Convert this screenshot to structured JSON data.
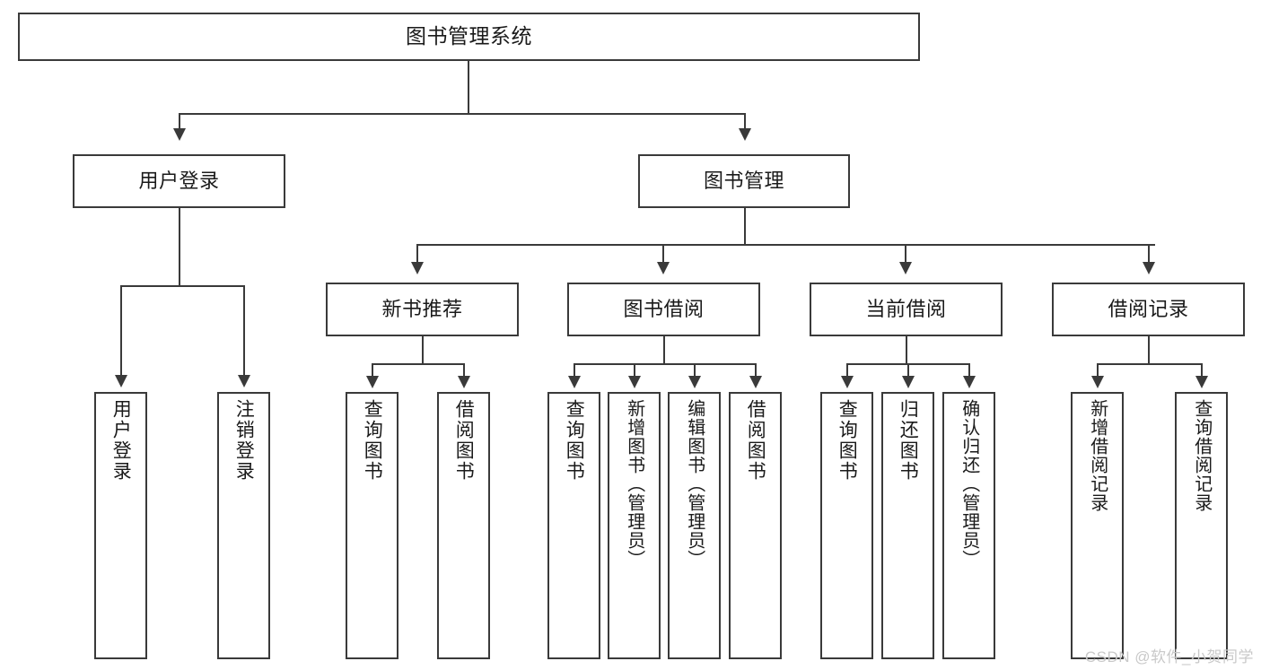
{
  "diagram": {
    "title": "图书管理系统",
    "type": "tree",
    "watermark": "CSDN @软件_小贺同学",
    "colors": {
      "stroke": "#3a3a3a",
      "box_fill": "#ffffff",
      "text": "#1a1a1a",
      "watermark": "#c9c9c9",
      "background": "#ffffff"
    },
    "levels": {
      "root": {
        "label": "图书管理系统"
      },
      "level2": [
        {
          "label": "用户登录"
        },
        {
          "label": "图书管理"
        }
      ],
      "level3": [
        {
          "label": "新书推荐"
        },
        {
          "label": "图书借阅"
        },
        {
          "label": "当前借阅"
        },
        {
          "label": "借阅记录"
        }
      ],
      "leaves": {
        "user_login": [
          {
            "label": "用户登录"
          },
          {
            "label": "注销登录"
          }
        ],
        "new_book_recommend": [
          {
            "label": "查询图书"
          },
          {
            "label": "借阅图书"
          }
        ],
        "book_borrow": [
          {
            "label": "查询图书"
          },
          {
            "label": "新增图书（管理员）"
          },
          {
            "label": "编辑图书（管理员）"
          },
          {
            "label": "借阅图书"
          }
        ],
        "current_borrow": [
          {
            "label": "查询图书"
          },
          {
            "label": "归还图书"
          },
          {
            "label": "确认归还（管理员）"
          }
        ],
        "borrow_record": [
          {
            "label": "新增借阅记录"
          },
          {
            "label": "查询借阅记录"
          }
        ]
      }
    }
  }
}
